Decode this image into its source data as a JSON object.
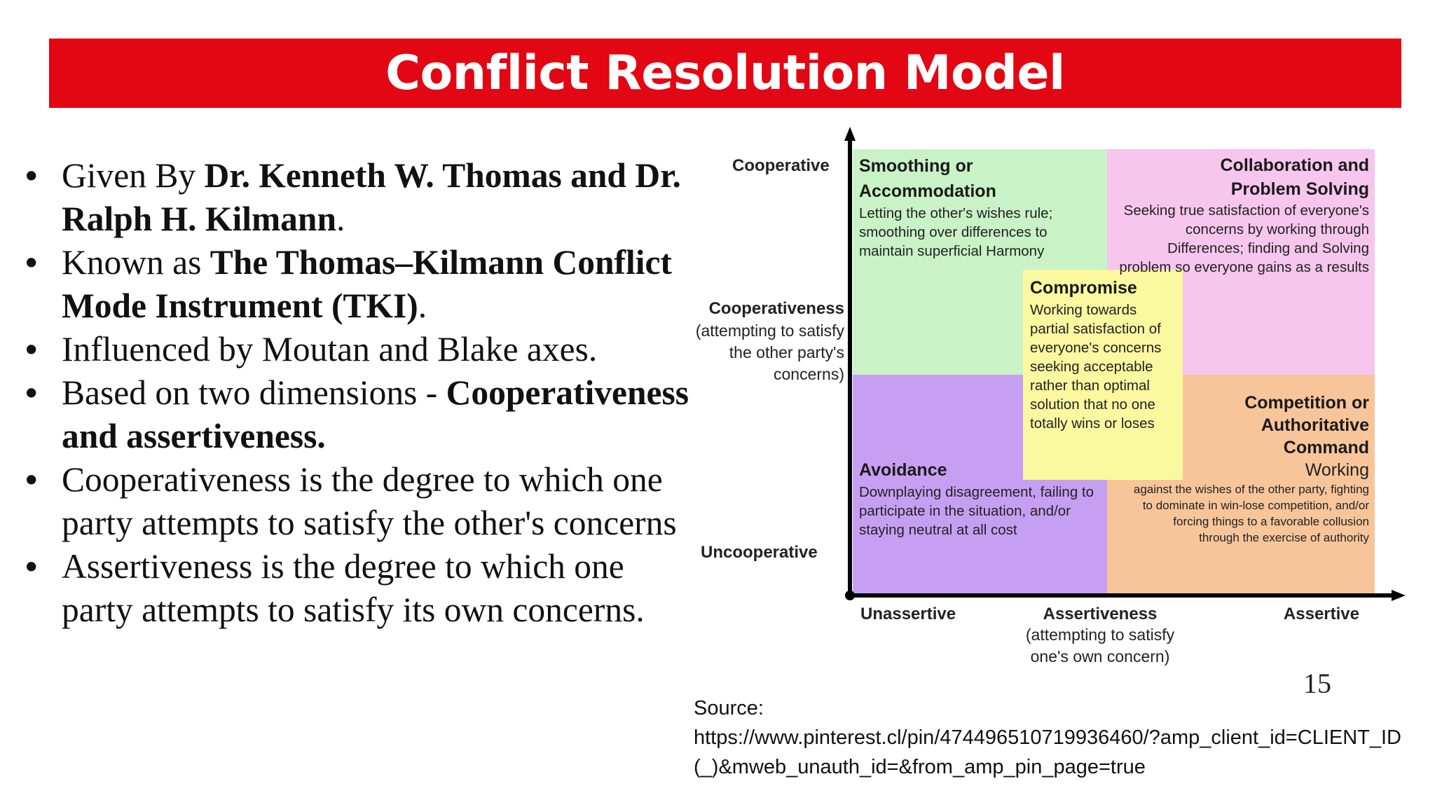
{
  "title": "Conflict Resolution Model",
  "bullets": [
    {
      "parts": [
        {
          "text": "Given By ",
          "bold": false
        },
        {
          "text": "Dr. Kenneth W. Thomas and Dr. Ralph H. Kilmann",
          "bold": true
        },
        {
          "text": ".",
          "bold": false
        }
      ]
    },
    {
      "parts": [
        {
          "text": "Known as ",
          "bold": false
        },
        {
          "text": "The Thomas–Kilmann Conflict Mode Instrument (TKI)",
          "bold": true
        },
        {
          "text": ".",
          "bold": false
        }
      ]
    },
    {
      "parts": [
        {
          "text": "Influenced by Moutan and Blake axes.",
          "bold": false
        }
      ]
    },
    {
      "parts": [
        {
          "text": "Based on two dimensions - ",
          "bold": false
        },
        {
          "text": "Cooperativeness and assertiveness.",
          "bold": true
        }
      ]
    },
    {
      "parts": [
        {
          "text": "Cooperativeness is the degree to which one party attempts to satisfy the other's concerns",
          "bold": false
        }
      ]
    },
    {
      "parts": [
        {
          "text": "Assertiveness is the degree to which one party attempts to satisfy its own concerns.",
          "bold": false
        }
      ]
    }
  ],
  "diagram": {
    "y_axis": {
      "top": "Cooperative",
      "name": "Cooperativeness",
      "desc": "(attempting to satisfy the other party's concerns)",
      "bottom": "Uncooperative"
    },
    "x_axis": {
      "left": "Unassertive",
      "name": "Assertiveness",
      "desc": "(attempting to satisfy one's own concern)",
      "right": "Assertive"
    },
    "quadrants": {
      "accommodation": {
        "heading": "Smoothing or Accommodation",
        "body": "Letting the other's wishes rule; smoothing over differences to maintain superficial Harmony",
        "color": "#c9f2c6"
      },
      "collaboration": {
        "heading": "Collaboration and Problem Solving",
        "body": "Seeking true satisfaction of everyone's concerns by working through Differences; finding and Solving problem so everyone gains as a results",
        "color": "#f7c6ee"
      },
      "compromise": {
        "heading": "Compromise",
        "body": "Working towards partial satisfaction of everyone's concerns seeking acceptable rather than optimal solution that no one totally wins or loses",
        "color": "#fbf9a0"
      },
      "avoidance": {
        "heading": "Avoidance",
        "body": "Downplaying disagreement, failing to participate in the situation, and/or staying neutral at all cost",
        "color": "#c79ff2"
      },
      "competition": {
        "heading": "Competition or Authoritative Command",
        "body_lead": "Working",
        "body": "against the wishes of the other party, fighting to dominate in win-lose competition, and/or forcing things to a favorable collusion through the exercise of authority",
        "color": "#f8c59a"
      }
    },
    "page_number": "15"
  },
  "source": {
    "label": "Source:",
    "url": "https://www.pinterest.cl/pin/474496510719936460/?amp_client_id=CLIENT_ID(_)&mweb_unauth_id=&from_amp_pin_page=true"
  },
  "colors": {
    "title_bar": "#e30613",
    "title_text": "#ffffff"
  }
}
